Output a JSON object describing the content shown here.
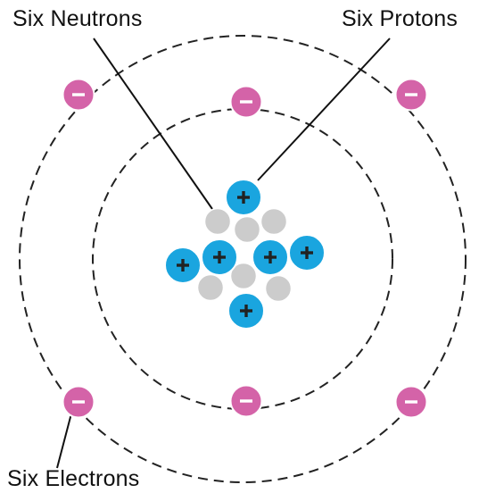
{
  "labels": {
    "neutrons": "Six Neutrons",
    "protons": "Six Protons",
    "electrons": "Six Electrons"
  },
  "counts": {
    "neutrons": 6,
    "protons": 6,
    "electrons": 6
  },
  "colors": {
    "electron": "#d463a8",
    "proton": "#1aa5df",
    "neutron": "#cccccc",
    "orbit": "#222222",
    "sign_electron": "#ffffff",
    "sign_proton": "#222222"
  },
  "symbols": {
    "electron": "−",
    "proton": "+"
  }
}
